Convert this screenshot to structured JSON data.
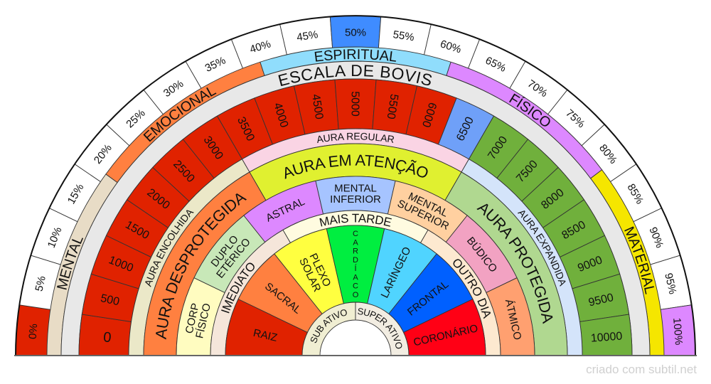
{
  "title": "Escala de Bovis",
  "watermark": "criado com subtil.net",
  "percent_ring": {
    "labels": [
      "0%",
      "5%",
      "10%",
      "15%",
      "20%",
      "25%",
      "30%",
      "35%",
      "40%",
      "45%",
      "50%",
      "55%",
      "60%",
      "65%",
      "70%",
      "75%",
      "80%",
      "85%",
      "90%",
      "95%",
      "100%"
    ],
    "colors": {
      "default": "#ffffff",
      "0%": "#e02200",
      "50%": "#3f8cff",
      "100%": "#dd88ff"
    }
  },
  "category_ring": [
    {
      "label": "MENTAL",
      "color": "#e8dcc6"
    },
    {
      "label": "EMOCIONAL",
      "color": "#ff8040"
    },
    {
      "label": "ESPIRITUAL",
      "color": "#90ddfc"
    },
    {
      "label": "FÍSICO",
      "color": "#dd88ff"
    },
    {
      "label": "MATERIAL",
      "color": "#f5e600"
    }
  ],
  "scale_ring": {
    "label": "ESCALA DE BOVIS",
    "color": "#e8e8e8"
  },
  "bovis_ring": {
    "labels": [
      "0",
      "500",
      "1000",
      "1500",
      "2000",
      "2500",
      "3000",
      "3500",
      "4000",
      "4500",
      "5000",
      "5500",
      "6000",
      "6500",
      "7000",
      "7500",
      "8000",
      "8500",
      "9000",
      "9500",
      "10000"
    ],
    "colors": {
      "low": "#e02200",
      "mid": "#6fa0f8",
      "high": "#70b03c"
    }
  },
  "aura_size_ring": [
    {
      "label": "AURA ENCOLHIDA",
      "color": "#ebe8c8"
    },
    {
      "label": "AURA REGULAR",
      "color": "#fad4e4"
    },
    {
      "label": "AURA EXPANDIDA",
      "color": "#d4e4fa"
    }
  ],
  "aura_state_ring": [
    {
      "label": "AURA DESPROTEGIDA",
      "color": "#ff8040"
    },
    {
      "label": "AURA EM ATENÇÃO",
      "color": "#e0f030"
    },
    {
      "label": "AURA PROTEGIDA",
      "color": "#b0d890"
    }
  ],
  "bodies_ring": [
    {
      "lines": [
        "CORP",
        "FÍSICO"
      ],
      "color": "#fffcc0"
    },
    {
      "lines": [
        "DUPLO",
        "ETÉRICO"
      ],
      "color": "#c8e8b8"
    },
    {
      "lines": [
        "ASTRAL"
      ],
      "color": "#dd88ff"
    },
    {
      "lines": [
        "MENTAL",
        "INFERIOR"
      ],
      "color": "#a6c4ff"
    },
    {
      "lines": [
        "MENTAL",
        "SUPERIOR"
      ],
      "color": "#ffd0a0"
    },
    {
      "lines": [
        "BÚDICO"
      ],
      "color": "#f2a2c2"
    },
    {
      "lines": [
        "ÁTMICO"
      ],
      "color": "#ffa070"
    }
  ],
  "timing_ring": [
    {
      "label": "IMEDIATO",
      "color": "#f5e6da"
    },
    {
      "label": "MAIS TARDE",
      "color": "#fffbe0"
    },
    {
      "label": "OUTRO DIA",
      "color": "#fde9d0"
    }
  ],
  "chakras": [
    {
      "lines": [
        "RAIZ"
      ],
      "color": "#e02200"
    },
    {
      "lines": [
        "SACRAL"
      ],
      "color": "#ff8040"
    },
    {
      "lines": [
        "PLEXO",
        "SOLAR"
      ],
      "color": "#ffff40"
    },
    {
      "lines": [
        "CARDÍACO"
      ],
      "color": "#00ee40"
    },
    {
      "lines": [
        "LARÍNGEO"
      ],
      "color": "#50d4ff"
    },
    {
      "lines": [
        "FRONTAL"
      ],
      "color": "#0060ff"
    },
    {
      "lines": [
        "CORONÁRIO"
      ],
      "color": "#ff0015"
    }
  ],
  "activity_ring": [
    {
      "label": "SUB ATIVO",
      "color": "#f0eed2"
    },
    {
      "label": "SUPER ATIVO",
      "color": "#f2ede2"
    }
  ]
}
